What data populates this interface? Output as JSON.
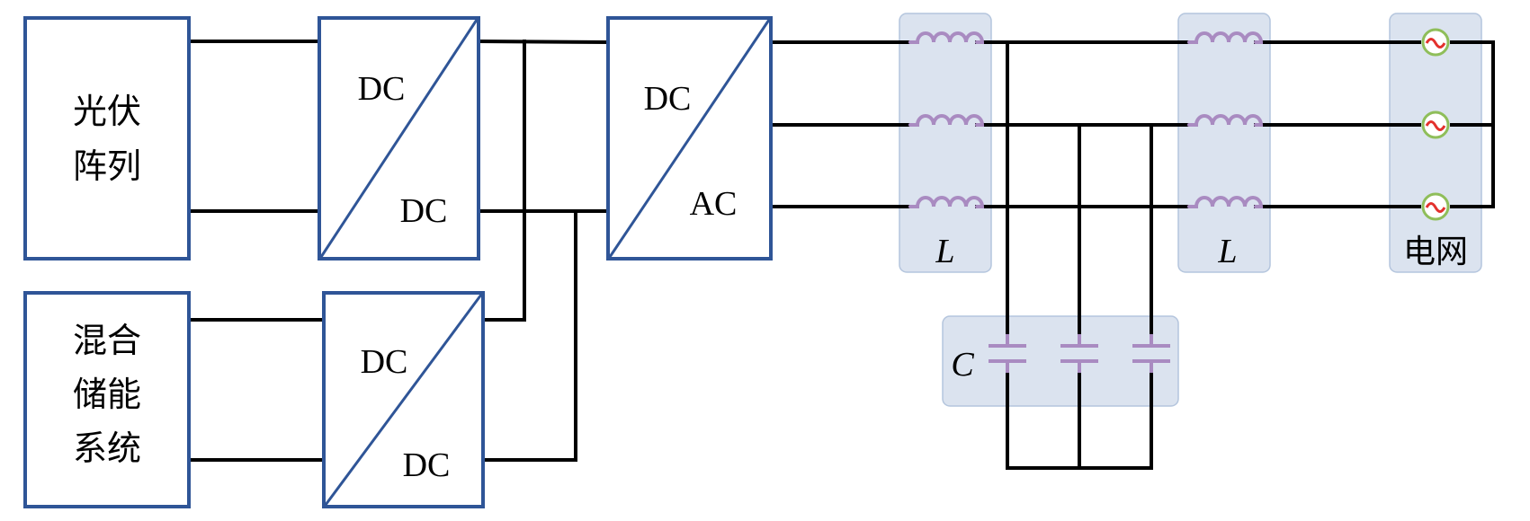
{
  "blocks": {
    "pv_array": {
      "line1": "光伏",
      "line2": "阵列"
    },
    "hybrid_storage": {
      "line1": "混合",
      "line2": "储能",
      "line3": "系统"
    },
    "dcdc_top": {
      "top": "DC",
      "bottom": "DC"
    },
    "dcdc_bottom": {
      "top": "DC",
      "bottom": "DC"
    },
    "inverter": {
      "top": "DC",
      "bottom": "AC"
    }
  },
  "filter": {
    "inductor_1_label": "L",
    "inductor_2_label": "L",
    "capacitor_label": "C"
  },
  "grid": {
    "label": "电网"
  },
  "colors": {
    "block_border": "#2f5597",
    "wire": "#000000",
    "group_fill": "#dbe3ef",
    "group_border": "#b4c5dd",
    "component": "#a98bc1",
    "source_ring": "#8fbe5a",
    "source_wave": "#e3312d"
  },
  "icons": {
    "inductor": "inductor-icon",
    "capacitor": "capacitor-icon",
    "ac_source": "ac-source-icon"
  }
}
